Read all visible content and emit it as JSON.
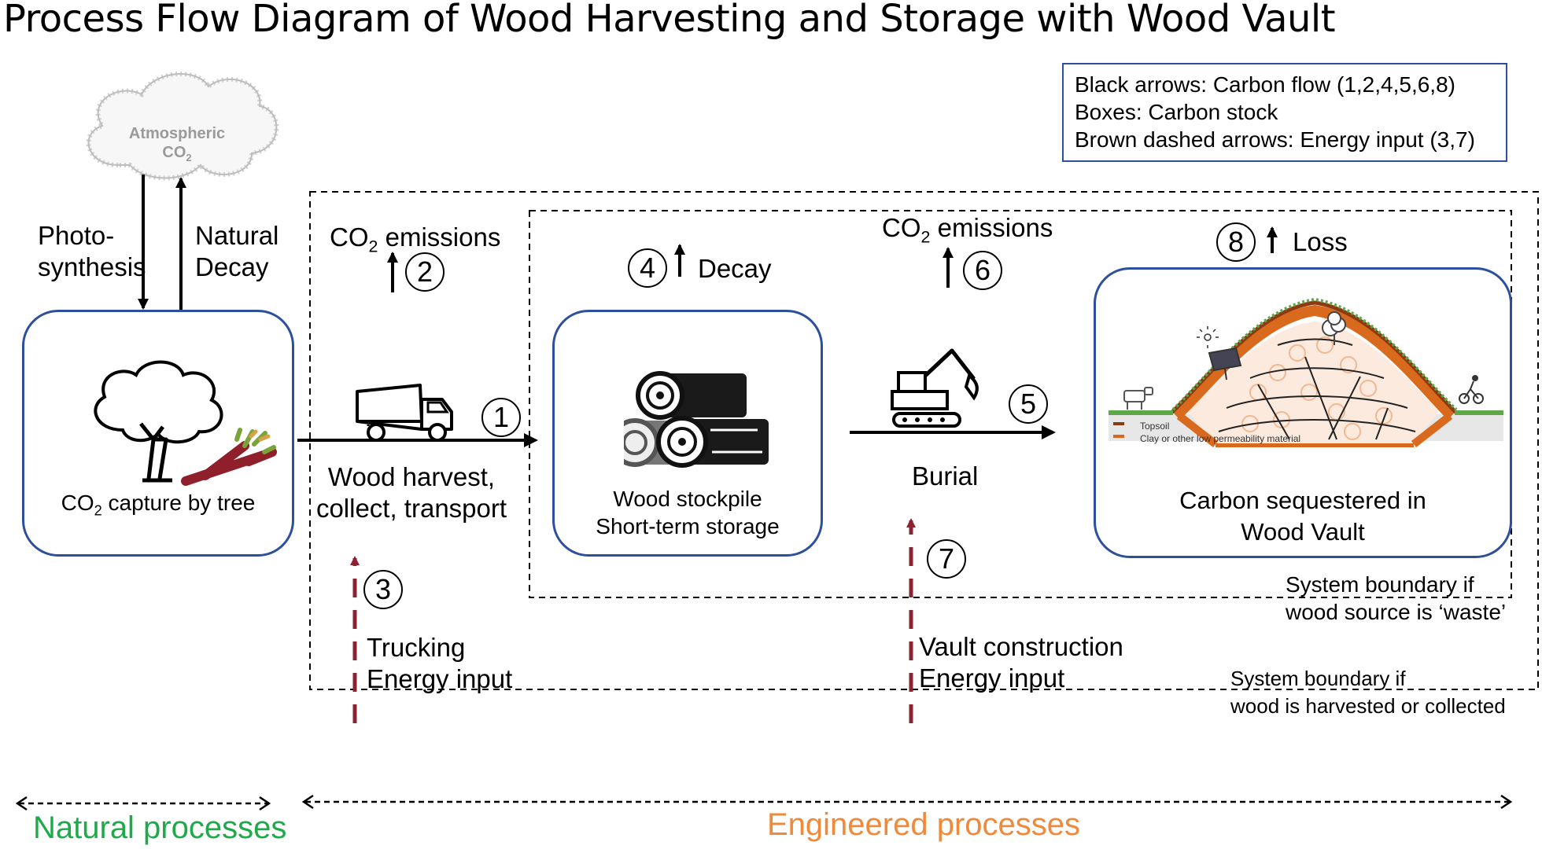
{
  "title": "Process Flow Diagram of Wood Harvesting and Storage with Wood Vault",
  "legend": {
    "line1": "Black arrows: Carbon flow (1,2,4,5,6,8)",
    "line2": "Boxes: Carbon stock",
    "line3": "Brown dashed arrows: Energy input (3,7)"
  },
  "atmosphere": {
    "line1": "Atmospheric",
    "co2": "CO",
    "sub": "2"
  },
  "photosynthesis": {
    "line1": "Photo-",
    "line2": "synthesis"
  },
  "natural_decay": {
    "line1": "Natural",
    "line2": "Decay"
  },
  "tree_box": {
    "label": "CO",
    "sub": "2",
    "label_rest": " capture by tree"
  },
  "co2_emissions_a": {
    "prefix": "CO",
    "sub": "2",
    "rest": " emissions"
  },
  "co2_emissions_b": {
    "prefix": "CO",
    "sub": "2",
    "rest": " emissions"
  },
  "harvest": {
    "line1": "Wood harvest,",
    "line2": "collect, transport"
  },
  "trucking": {
    "line1": "Trucking",
    "line2": "Energy input"
  },
  "stockpile_box": {
    "line1": "Wood stockpile",
    "line2": "Short-term storage"
  },
  "decay": "Decay",
  "burial": "Burial",
  "vault_construction": {
    "line1": "Vault construction",
    "line2": "Energy input"
  },
  "loss": "Loss",
  "vault_box": {
    "line1": "Carbon sequestered in",
    "line2": "Wood Vault",
    "key_topsoil": "Topsoil",
    "key_clay": "Clay or other low permeability material"
  },
  "boundary_waste": {
    "line1": "System boundary if",
    "line2": "wood source is ‘waste’"
  },
  "boundary_harvest": {
    "line1": "System boundary if",
    "line2": "wood is harvested or collected"
  },
  "steps": {
    "s1": "1",
    "s2": "2",
    "s3": "3",
    "s4": "4",
    "s5": "5",
    "s6": "6",
    "s7": "7",
    "s8": "8"
  },
  "natural_processes": "Natural processes",
  "engineered_processes": "Engineered processes",
  "colors": {
    "box_border": "#2e4f9c",
    "energy_arrow": "#8b2332",
    "natural": "#1faa4a",
    "engineered": "#f08a3a",
    "topsoil": "#8b3a12",
    "clay": "#d9691c"
  }
}
